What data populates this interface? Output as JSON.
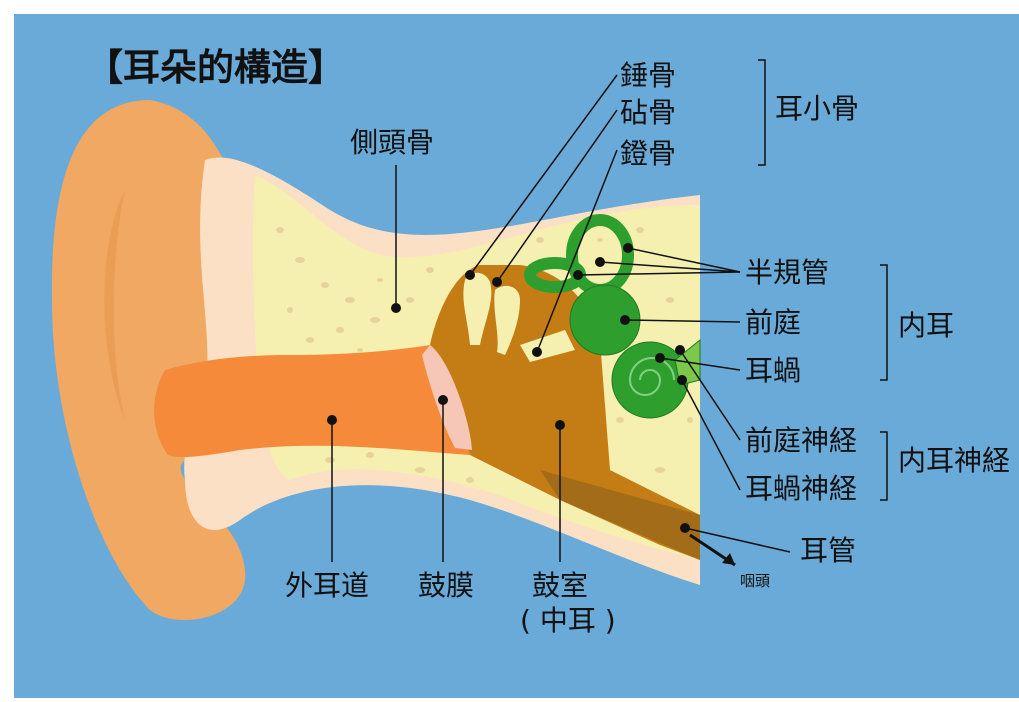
{
  "title": "【耳朵的構造】",
  "colors": {
    "background": "#6aaad8",
    "outer_ear": "#f1a862",
    "outer_ear_inner": "#fbe0c6",
    "bone": "#f5f0b0",
    "canal": "#f48a3a",
    "middle_ear": "#c47d14",
    "eustachian": "#a26c18",
    "inner_ear": "#2e9e2e",
    "eardrum": "#f6c6b6"
  },
  "labels": {
    "temporal_bone": "側頭骨",
    "malleus": "錘骨",
    "incus": "砧骨",
    "stapes": "鐙骨",
    "ossicles_group": "耳小骨",
    "semicircular_canals": "半規管",
    "vestibule": "前庭",
    "cochlea": "耳蝸",
    "inner_ear_group": "内耳",
    "vestibular_nerve": "前庭神経",
    "cochlear_nerve": "耳蝸神経",
    "inner_ear_nerve_group": "内耳神経",
    "eustachian_tube": "耳管",
    "pharynx": "咽頭",
    "external_canal": "外耳道",
    "eardrum": "鼓膜",
    "tympanic_cavity": "鼓室",
    "middle_ear": "( 中耳 )"
  }
}
